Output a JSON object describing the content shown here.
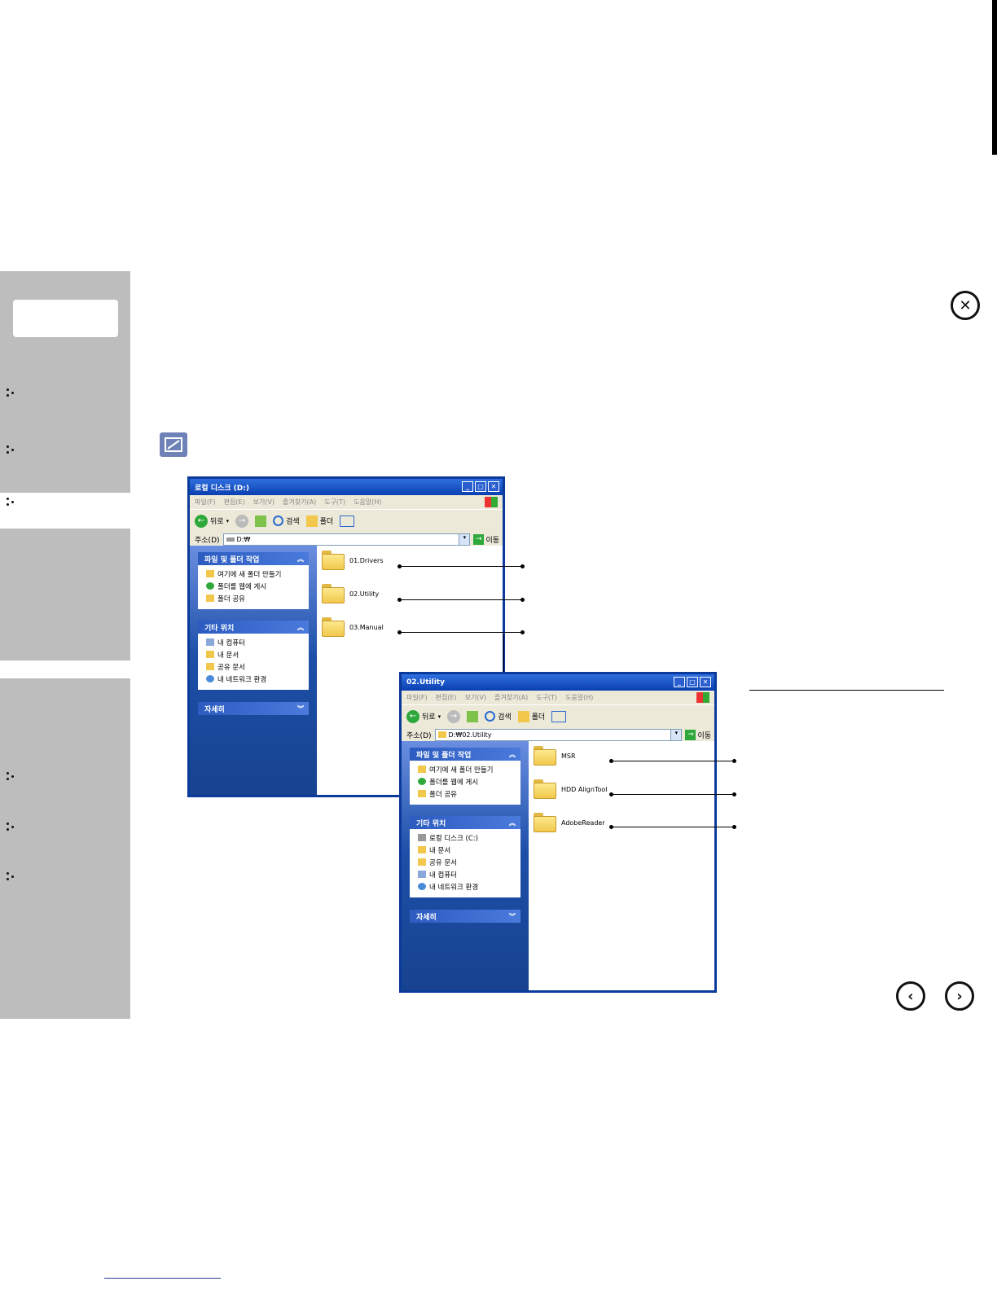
{
  "colors": {
    "sidebar": "#bdbdbd",
    "xp_title": "#0a3fb0",
    "note_icon": "#6f82b8"
  },
  "icons": [
    "close-icon",
    "note-icon",
    "prev-icon",
    "next-icon",
    "folder-icon",
    "back-icon",
    "forward-icon",
    "up-icon",
    "search-icon",
    "folders-icon",
    "views-icon",
    "drive-icon"
  ],
  "window1": {
    "title": "로컬 디스크 (D:)",
    "menu": [
      "파일(F)",
      "편집(E)",
      "보기(V)",
      "즐겨찾기(A)",
      "도구(T)",
      "도움말(H)"
    ],
    "toolbar": {
      "back": "뒤로",
      "search": "검색",
      "folders": "폴더"
    },
    "address_label": "주소(D)",
    "address_value": "D:₩",
    "go": "이동",
    "tasks_title": "파일 및 폴더 작업",
    "tasks": [
      "여기에 새 폴더 만들기",
      "폴더를 웹에 게시",
      "폴더 공유"
    ],
    "places_title": "기타 위치",
    "places": [
      "내 컴퓨터",
      "내 문서",
      "공유 문서",
      "내 네트워크 환경"
    ],
    "details_title": "자세히",
    "folders": [
      "01.Drivers",
      "02.Utility",
      "03.Manual"
    ]
  },
  "window2": {
    "title": "02.Utility",
    "menu": [
      "파일(F)",
      "편집(E)",
      "보기(V)",
      "즐겨찾기(A)",
      "도구(T)",
      "도움말(H)"
    ],
    "toolbar": {
      "back": "뒤로",
      "search": "검색",
      "folders": "폴더"
    },
    "address_label": "주소(D)",
    "address_value": "D:₩02.Utility",
    "go": "이동",
    "tasks_title": "파일 및 폴더 작업",
    "tasks": [
      "여기에 새 폴더 만들기",
      "폴더를 웹에 게시",
      "폴더 공유"
    ],
    "places_title": "기타 위치",
    "places": [
      "로컬 디스크 (C:)",
      "내 문서",
      "공유 문서",
      "내 컴퓨터",
      "내 네트워크 환경"
    ],
    "details_title": "자세히",
    "folders": [
      "MSR",
      "HDD AlignTool",
      "AdobeReader"
    ]
  }
}
